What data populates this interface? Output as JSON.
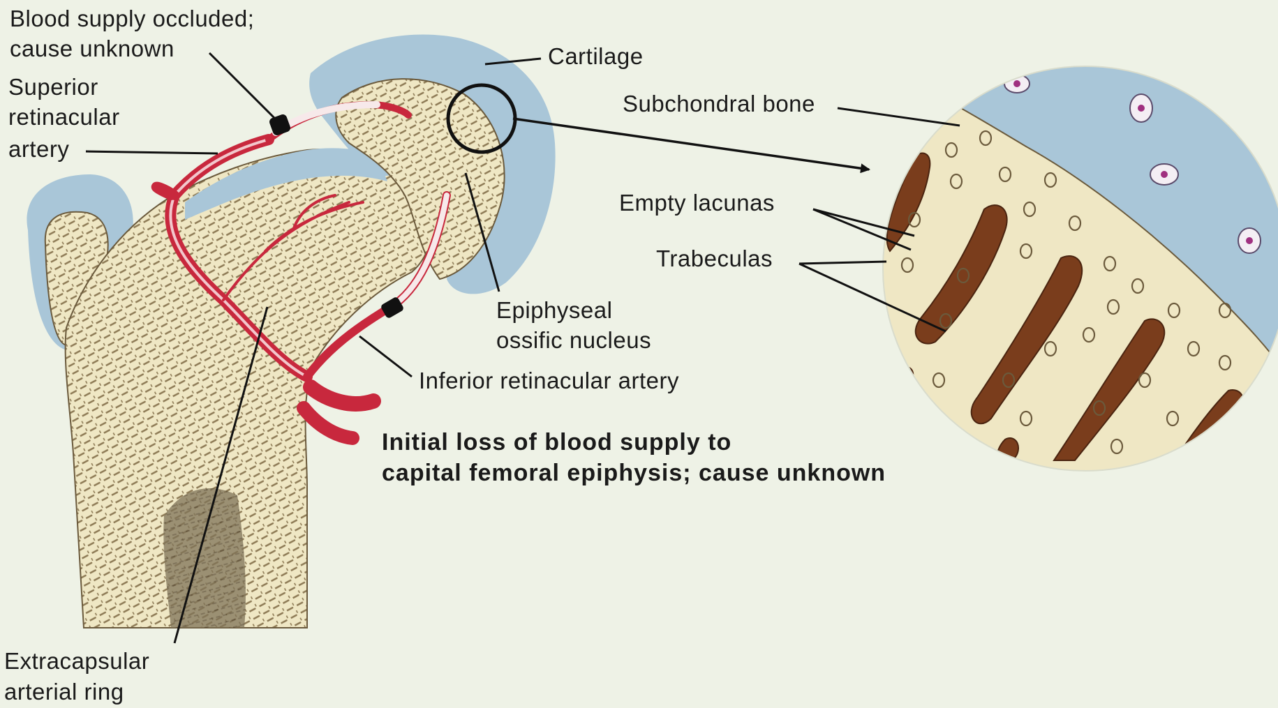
{
  "labels": {
    "blood_supply_occluded_1": "Blood supply occluded;",
    "blood_supply_occluded_2": "cause unknown",
    "superior_1": "Superior",
    "superior_2": "retinacular",
    "superior_3": "artery",
    "cartilage": "Cartilage",
    "subchondral_bone": "Subchondral bone",
    "empty_lacunas": "Empty lacunas",
    "trabeculas": "Trabeculas",
    "epiphyseal_1": "Epiphyseal",
    "epiphyseal_2": "ossific nucleus",
    "inferior_retinacular": "Inferior retinacular artery",
    "caption_1": "Initial loss of blood supply to",
    "caption_2": "capital femoral epiphysis; cause unknown",
    "extracapsular_1": "Extracapsular",
    "extracapsular_2": "arterial ring"
  },
  "colors": {
    "background": "#eef2e6",
    "cartilage": "#a9c6d8",
    "bone": "#efe7c4",
    "trabecular_hatch": "#8d7a55",
    "artery": "#c8283d",
    "dead_trabeculas": "#7a3d1c",
    "line": "#111111"
  }
}
